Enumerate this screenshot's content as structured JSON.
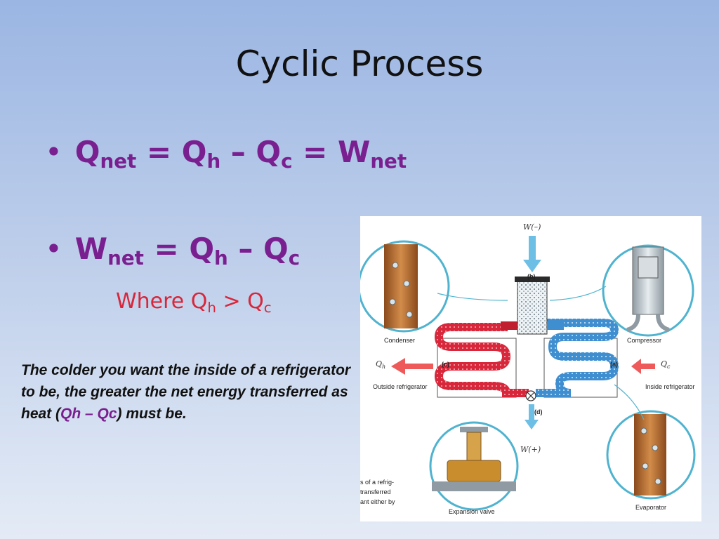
{
  "title": "Cyclic Process",
  "bullet1": {
    "q": "Q",
    "net": "net",
    "eq1": " = Q",
    "h": "h",
    "minus": " – Q",
    "c": "c",
    "eq2": " = W",
    "net2": "net"
  },
  "bullet2": {
    "w": "W",
    "net": "net",
    "eq": " = Q",
    "h": "h",
    "minus": " – Q",
    "c": "c"
  },
  "where": {
    "prefix": "Where Q",
    "h": "h",
    "gt": " > Q",
    "c": "c"
  },
  "note": {
    "part1": "The colder you want the inside of a refrigerator to be, the greater the net energy transferred as heat (",
    "highlight": "Qh – Qc",
    "part2": ") must be."
  },
  "diagram": {
    "w_minus": "W(–)",
    "w_plus": "W(+)",
    "label_b": "(b)",
    "label_a": "(a)",
    "label_c": "(c)",
    "label_d": "(d)",
    "qh": "Q",
    "qh_sub": "h",
    "qc": "Q",
    "qc_sub": "c",
    "condenser": "Condenser",
    "compressor": "Compressor",
    "outside": "Outside refrigerator",
    "inside": "Inside refrigerator",
    "expansion_valve": "Expansion valve",
    "evaporator": "Evaporator",
    "caption1": "s of a refrig-",
    "caption2": "transferred",
    "caption3": "ant either by",
    "colors": {
      "hot": "#d8263a",
      "cold": "#3f8fd0",
      "arrow_red": "#ee5a5a",
      "arrow_blue": "#6dbfe6",
      "circle": "#4fb3cf"
    }
  }
}
